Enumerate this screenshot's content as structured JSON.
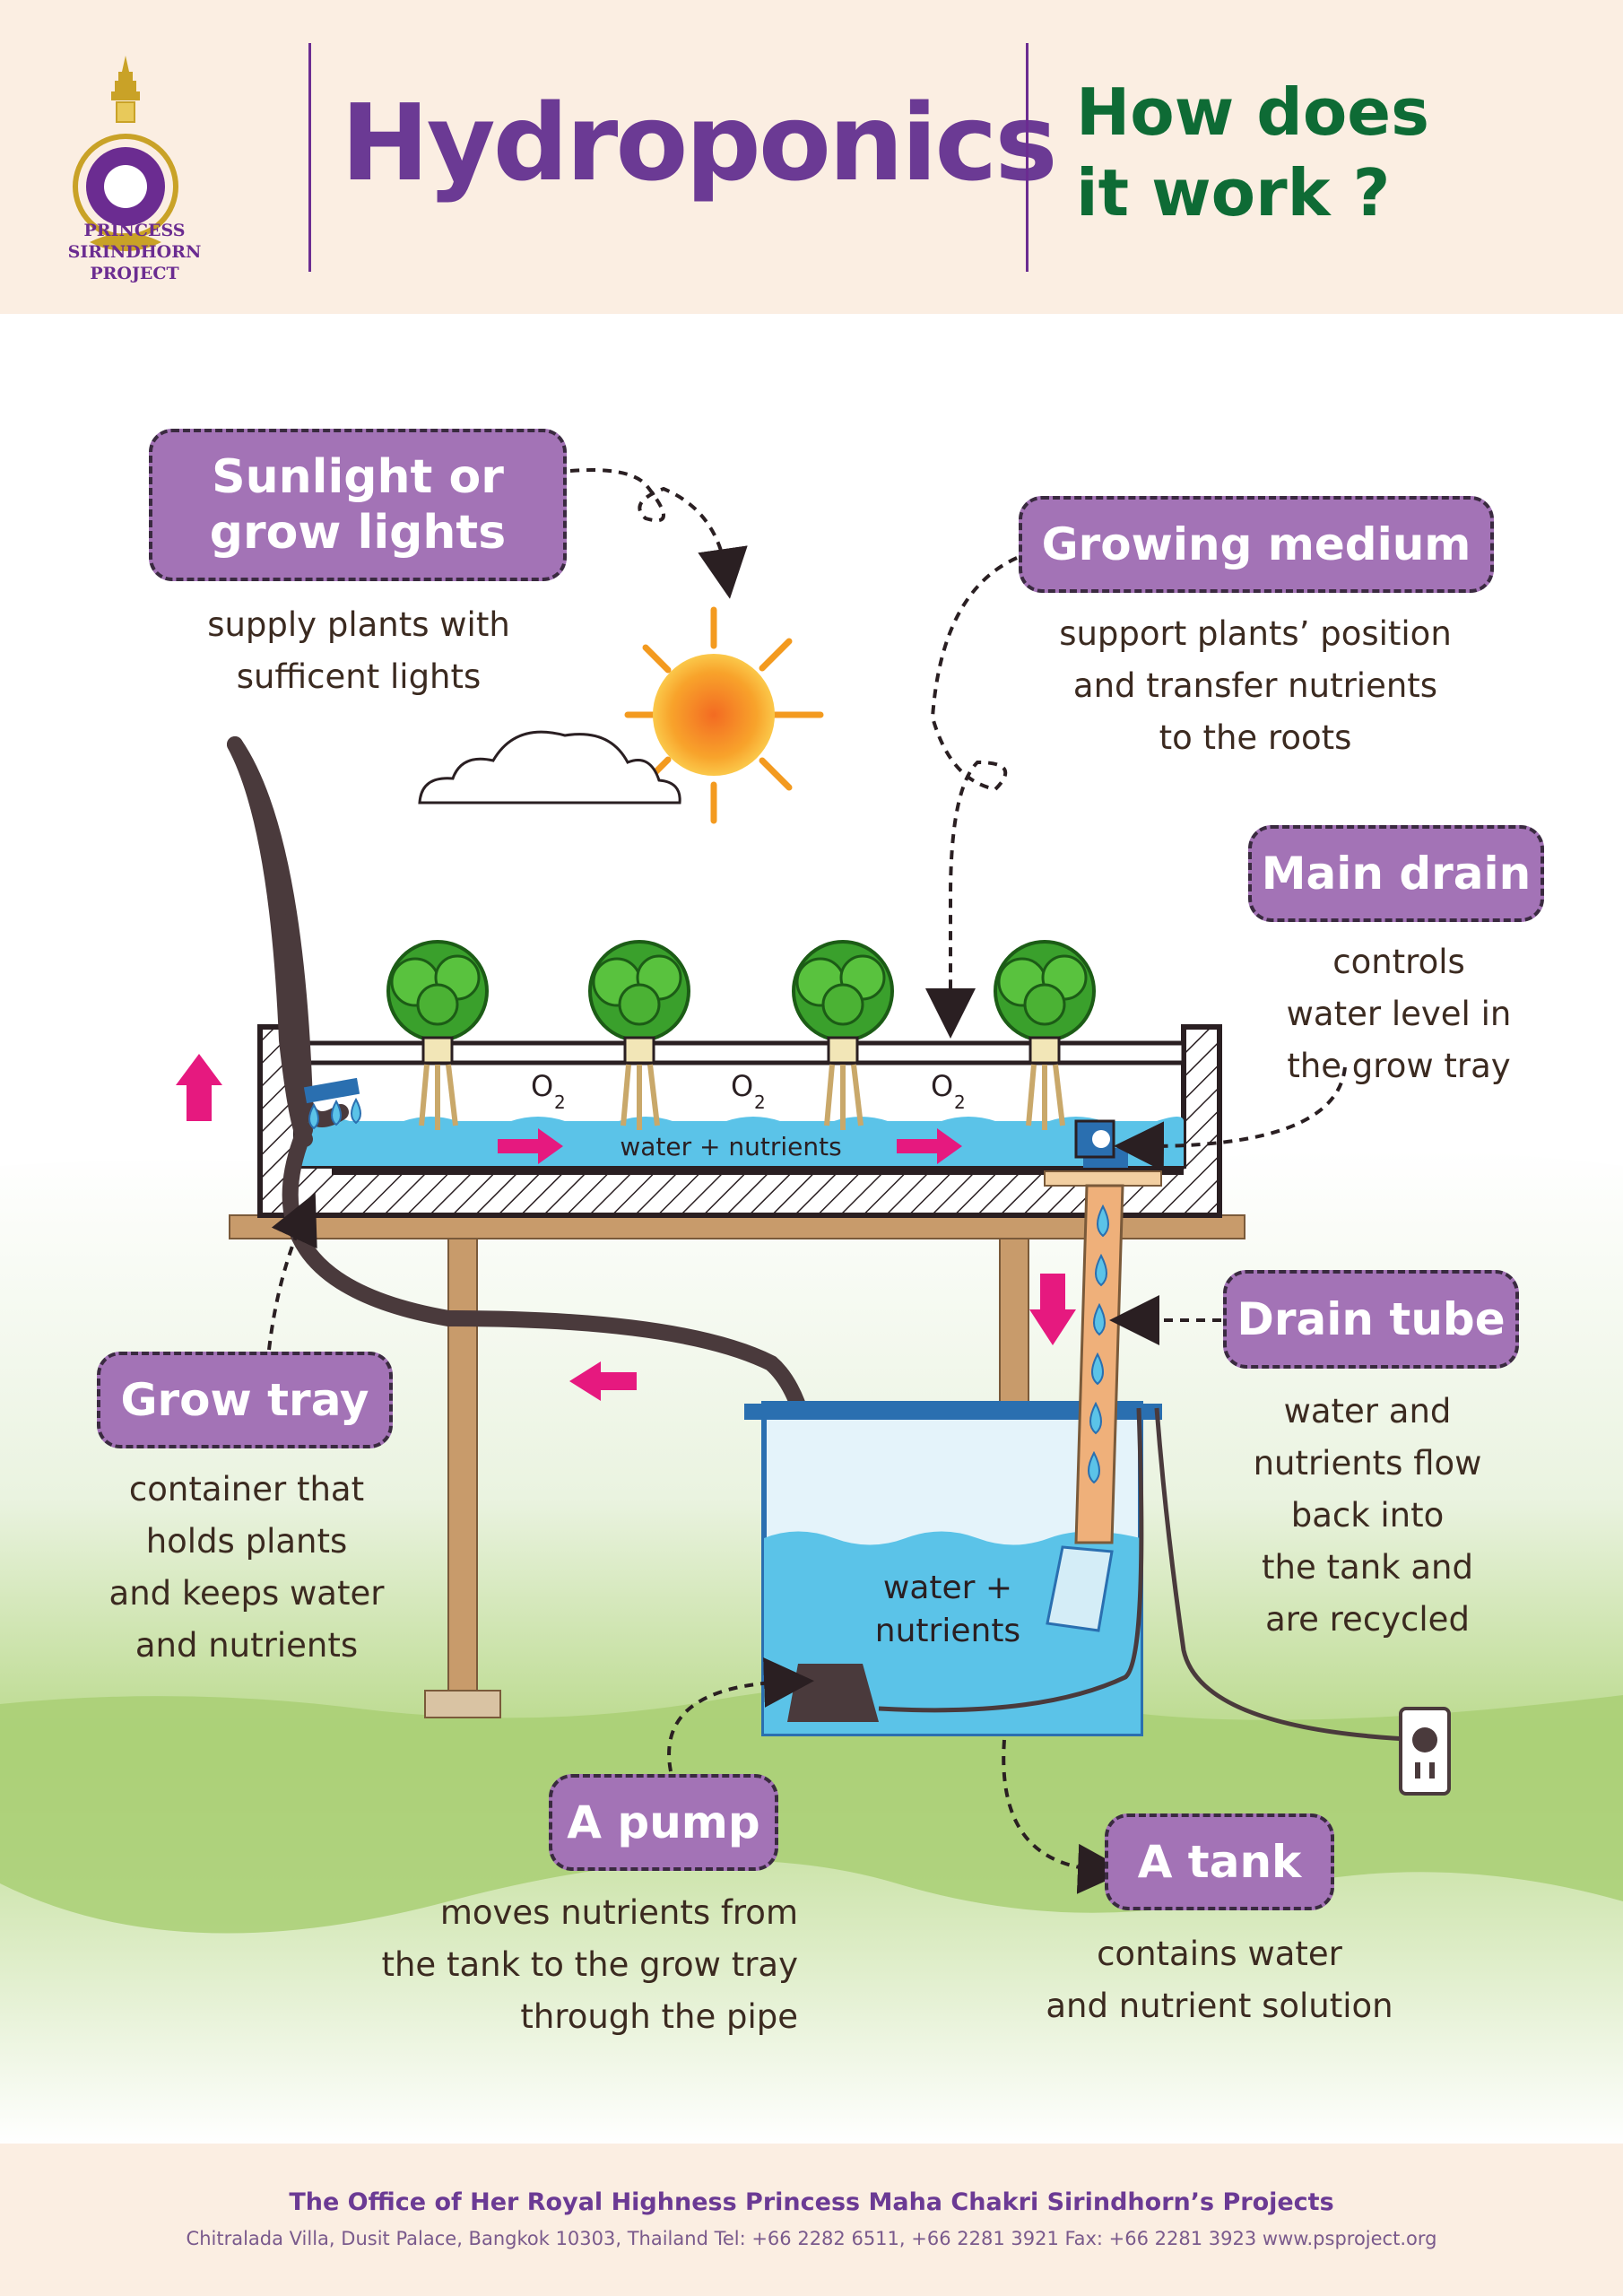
{
  "header": {
    "logo_text": "PRINCESS SIRINDHORN PROJECT",
    "title": "Hydroponics",
    "subtitle_line1": "How does",
    "subtitle_line2": "it work ?"
  },
  "diagram": {
    "oxygen_label": "O",
    "oxygen_sub": "2",
    "tray_water_label": "water + nutrients",
    "tank_water_line1": "water +",
    "tank_water_line2": "nutrients"
  },
  "components": {
    "sunlight": {
      "title_line1": "Sunlight or",
      "title_line2": "grow lights",
      "desc_line1": "supply plants with",
      "desc_line2": "sufficent lights"
    },
    "growing_medium": {
      "title": "Growing medium",
      "desc_line1": "support plants’ position",
      "desc_line2": "and transfer nutrients",
      "desc_line3": "to the roots"
    },
    "main_drain": {
      "title": "Main drain",
      "desc_line1": "controls",
      "desc_line2": "water level in",
      "desc_line3": "the grow tray"
    },
    "drain_tube": {
      "title": "Drain tube",
      "desc_line1": "water and",
      "desc_line2": "nutrients flow",
      "desc_line3": "back into",
      "desc_line4": "the tank and",
      "desc_line5": "are recycled"
    },
    "grow_tray": {
      "title": "Grow tray",
      "desc_line1": "container that",
      "desc_line2": "holds plants",
      "desc_line3": "and keeps water",
      "desc_line4": "and nutrients"
    },
    "pump": {
      "title": "A pump",
      "desc_line1": "moves nutrients from",
      "desc_line2": "the tank to the grow tray",
      "desc_line3": "through the pipe"
    },
    "tank": {
      "title": "A tank",
      "desc_line1": "contains water",
      "desc_line2": "and nutrient solution"
    }
  },
  "footer": {
    "line1": "The Office of Her Royal Highness Princess Maha Chakri Sirindhorn’s Projects",
    "line2": "Chitralada Villa, Dusit Palace, Bangkok 10303, Thailand   Tel: +66 2282 6511, +66 2281 3921   Fax: +66 2281 3923   www.psproject.org"
  },
  "colors": {
    "purple_title": "#6b3a94",
    "green_subtitle": "#0e6b35",
    "tag_fill": "#a373b6",
    "water": "#5bc3e8",
    "arrow_magenta": "#e6197f",
    "header_bg": "#fbeee2"
  }
}
